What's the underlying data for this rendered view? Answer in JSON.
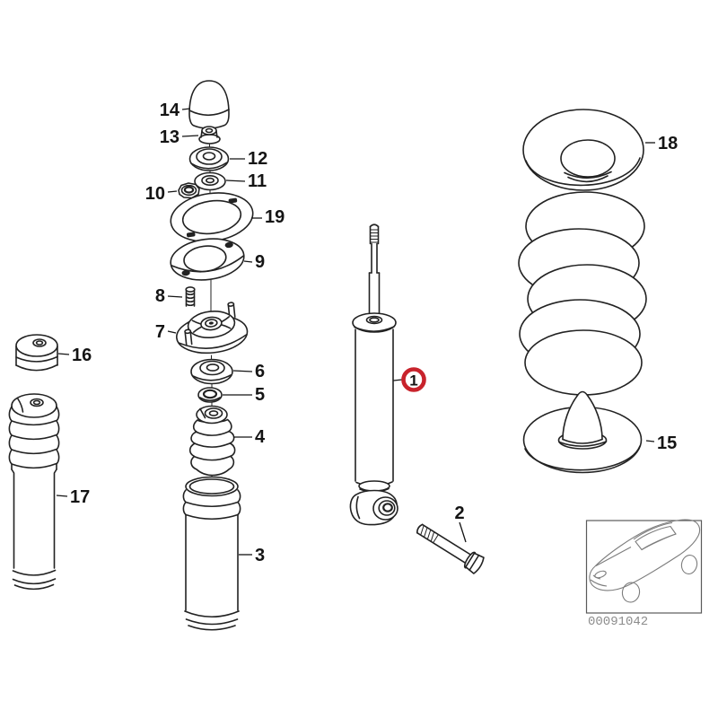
{
  "diagram": {
    "kind": "exploded parts diagram",
    "subject": "rear shock absorber, coil spring and mounting parts",
    "diagram_number": "00091042",
    "highlighted_callout": "1"
  },
  "colors": {
    "line": "#222222",
    "background": "#ffffff",
    "highlight_ring": "#c8232c",
    "thumbnail_line": "#7d7d7d",
    "diagram_number_text": "#8c8c8c"
  },
  "callouts": {
    "p1": "1",
    "p2": "2",
    "p3": "3",
    "p4": "4",
    "p5": "5",
    "p6": "6",
    "p7": "7",
    "p8": "8",
    "p9": "9",
    "p10": "10",
    "p11": "11",
    "p12": "12",
    "p13": "13",
    "p14": "14",
    "p15": "15",
    "p16": "16",
    "p17": "17",
    "p18": "18",
    "p19": "19"
  }
}
